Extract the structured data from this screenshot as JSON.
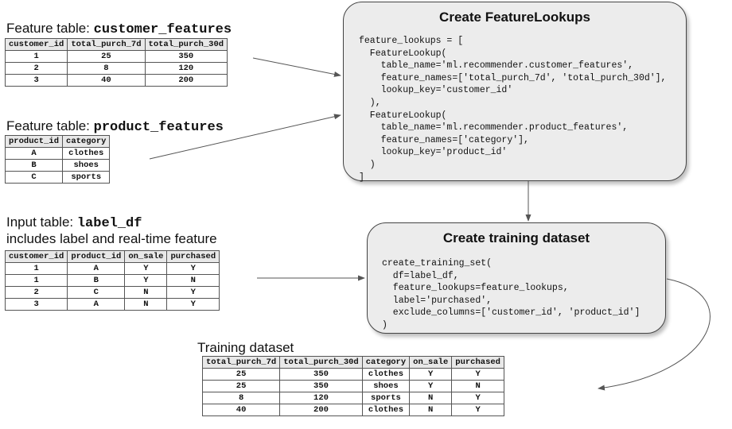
{
  "customer_features": {
    "heading_prefix": "Feature table: ",
    "heading_name": "customer_features",
    "columns": [
      "customer_id",
      "total_purch_7d",
      "total_purch_30d"
    ],
    "rows": [
      [
        "1",
        "25",
        "350"
      ],
      [
        "2",
        "8",
        "120"
      ],
      [
        "3",
        "40",
        "200"
      ]
    ]
  },
  "product_features": {
    "heading_prefix": "Feature table: ",
    "heading_name": "product_features",
    "columns": [
      "product_id",
      "category"
    ],
    "rows": [
      [
        "A",
        "clothes"
      ],
      [
        "B",
        "shoes"
      ],
      [
        "C",
        "sports"
      ]
    ]
  },
  "label_df": {
    "heading_prefix": "Input table: ",
    "heading_name": "label_df",
    "heading_line2": "includes label and real-time feature",
    "columns": [
      "customer_id",
      "product_id",
      "on_sale",
      "purchased"
    ],
    "rows": [
      [
        "1",
        "A",
        "Y",
        "Y"
      ],
      [
        "1",
        "B",
        "Y",
        "N"
      ],
      [
        "2",
        "C",
        "N",
        "Y"
      ],
      [
        "3",
        "A",
        "N",
        "Y"
      ]
    ]
  },
  "feature_lookups_box": {
    "title": "Create FeatureLookups",
    "code": "feature_lookups = [\n  FeatureLookup(\n    table_name='ml.recommender.customer_features',\n    feature_names=['total_purch_7d', 'total_purch_30d'],\n    lookup_key='customer_id'\n  ),\n  FeatureLookup(\n    table_name='ml.recommender.product_features',\n    feature_names=['category'],\n    lookup_key='product_id'\n  )\n]"
  },
  "training_set_box": {
    "title": "Create training dataset",
    "code": "create_training_set(\n  df=label_df,\n  feature_lookups=feature_lookups,\n  label='purchased',\n  exclude_columns=['customer_id', 'product_id']\n)"
  },
  "training_dataset": {
    "heading": "Training dataset",
    "columns": [
      "total_purch_7d",
      "total_purch_30d",
      "category",
      "on_sale",
      "purchased"
    ],
    "rows": [
      [
        "25",
        "350",
        "clothes",
        "Y",
        "Y"
      ],
      [
        "25",
        "350",
        "shoes",
        "Y",
        "N"
      ],
      [
        "8",
        "120",
        "sports",
        "N",
        "Y"
      ],
      [
        "40",
        "200",
        "clothes",
        "N",
        "Y"
      ]
    ]
  }
}
